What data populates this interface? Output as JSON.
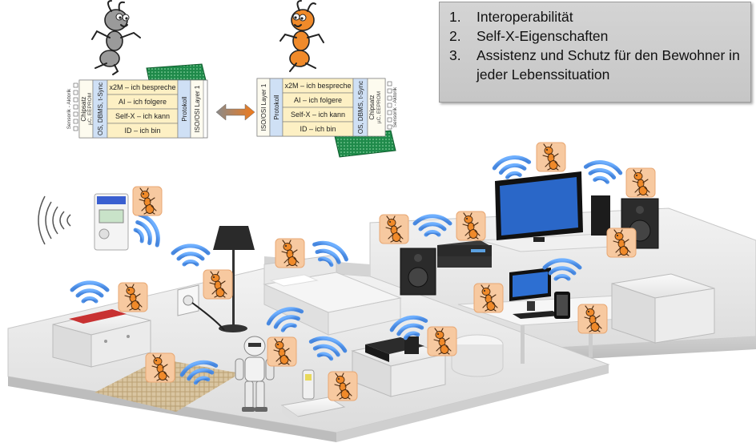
{
  "list": {
    "items": [
      {
        "num": "1.",
        "text": "Interoperabilität"
      },
      {
        "num": "2.",
        "text": "Self-X-Eigenschaften"
      },
      {
        "num": "3.",
        "text": "Assistenz und Schutz für den Bewohner in jeder Lebenssituation"
      }
    ]
  },
  "stack_left": {
    "layers": [
      "x2M – ich bespreche",
      "AI – ich folgere",
      "Self-X – ich kann",
      "ID – ich bin"
    ],
    "side_a": "OS, DBMS, t-Sync",
    "side_b": "Chipsatz",
    "side_b2": "µC, EEPROM",
    "side_c": "Sensorik - Aktorik",
    "proto": "Protokoll",
    "iso": "ISO/OSI Layer 1"
  },
  "stack_right": {
    "layers": [
      "x2M – ich bespreche",
      "AI – ich folgere",
      "Self-X – ich kann",
      "ID – ich bin"
    ],
    "side_a": "OS, DBMS, t-Sync",
    "side_b": "Chipsatz",
    "side_b2": "µC, EEPROM",
    "side_c": "Sensorik - Aktorik",
    "proto": "Protokoll",
    "iso": "ISO/OSI Layer 1"
  },
  "colors": {
    "ant_gray": "#9a9a9a",
    "ant_orange": "#f08a2a",
    "badge_bg": "#f7c9a0",
    "wifi_blue": "#3a7fd6",
    "stack_yellow": "#fdf0c4",
    "stack_blue": "#cfe0f5",
    "floor": "#e9e9e9"
  },
  "icons": [
    "ant-mascot-icon",
    "wifi-signal-icon",
    "double-arrow-icon",
    "circuit-board-icon"
  ]
}
